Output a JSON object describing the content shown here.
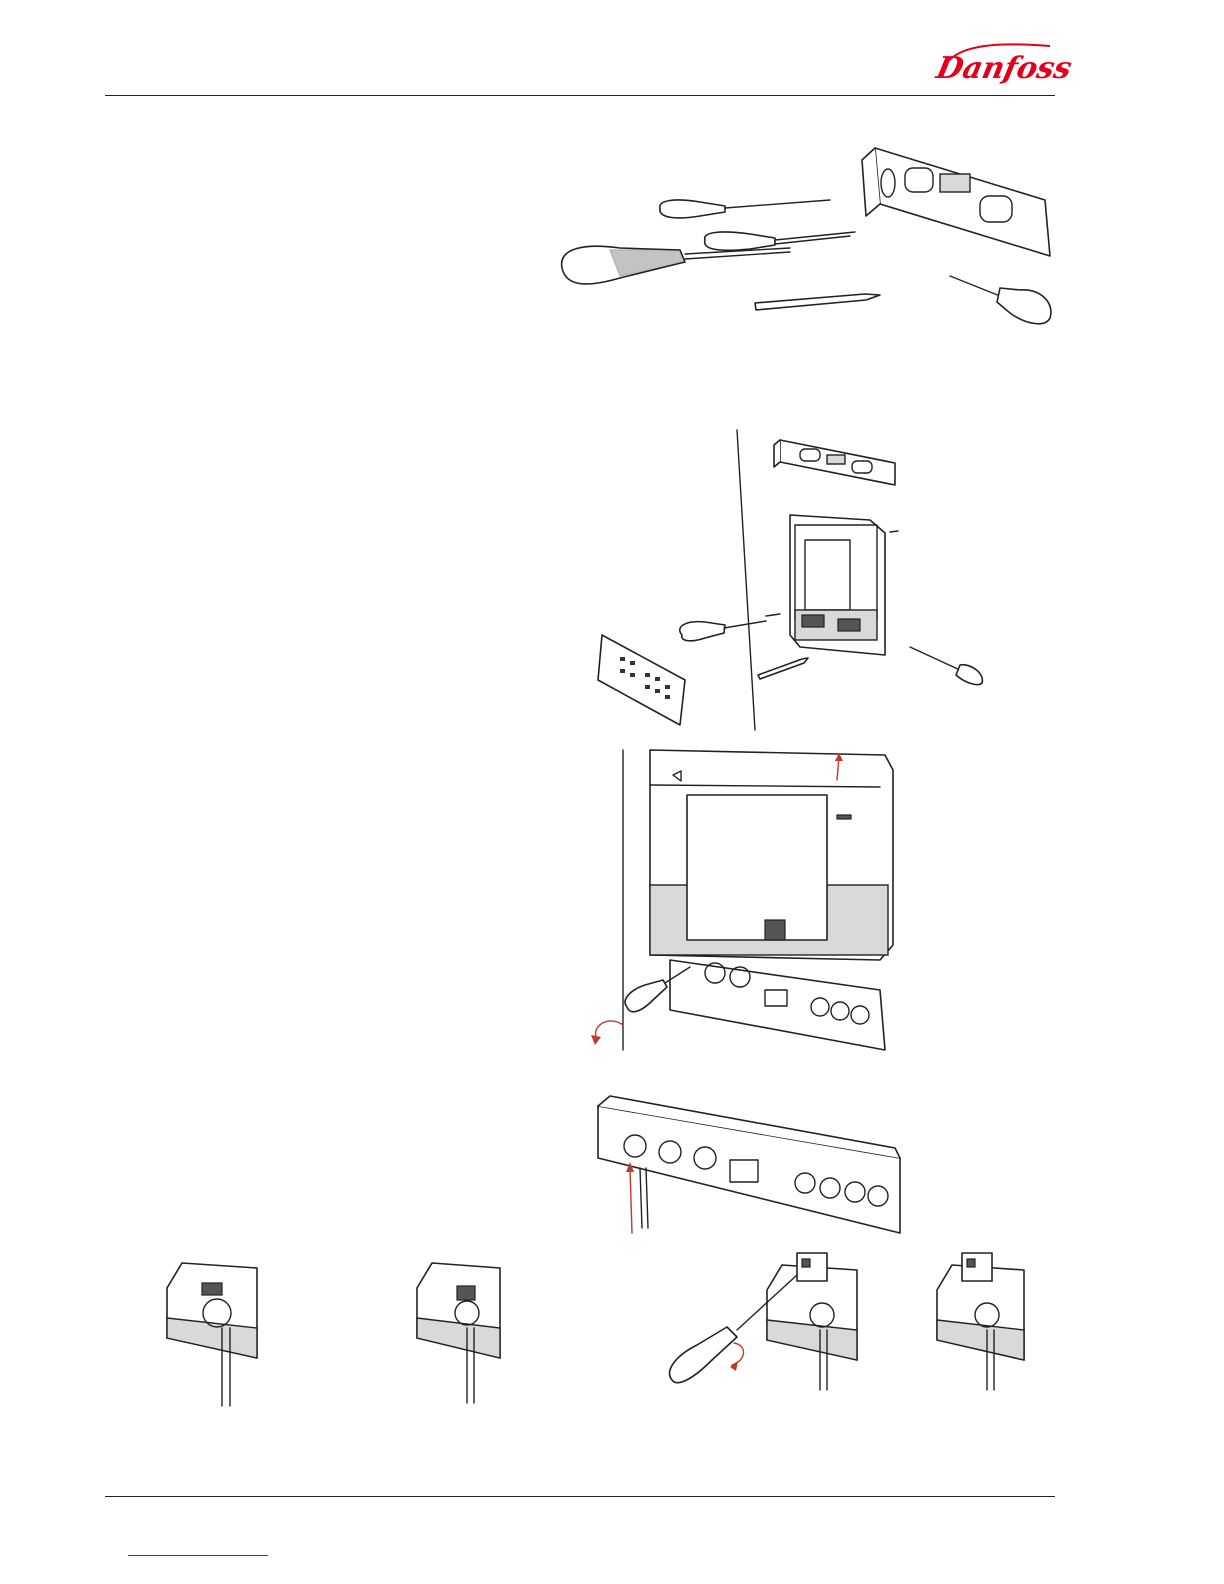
{
  "header": {
    "brand": "Danfoss",
    "brand_color": "#e2001a"
  },
  "figures": [
    {
      "name": "tools-figure"
    },
    {
      "name": "wall-mounting-figure"
    },
    {
      "name": "terminal-cover-removal-figure"
    },
    {
      "name": "cable-entry-figure"
    },
    {
      "name": "cable-clamp-step-1"
    },
    {
      "name": "cable-clamp-step-2"
    },
    {
      "name": "terminal-screw-step-3"
    },
    {
      "name": "terminal-connected-step-4"
    }
  ],
  "colors": {
    "line": "#222222",
    "arrow": "#c0392b",
    "footer_link": "#1a3fd0"
  }
}
